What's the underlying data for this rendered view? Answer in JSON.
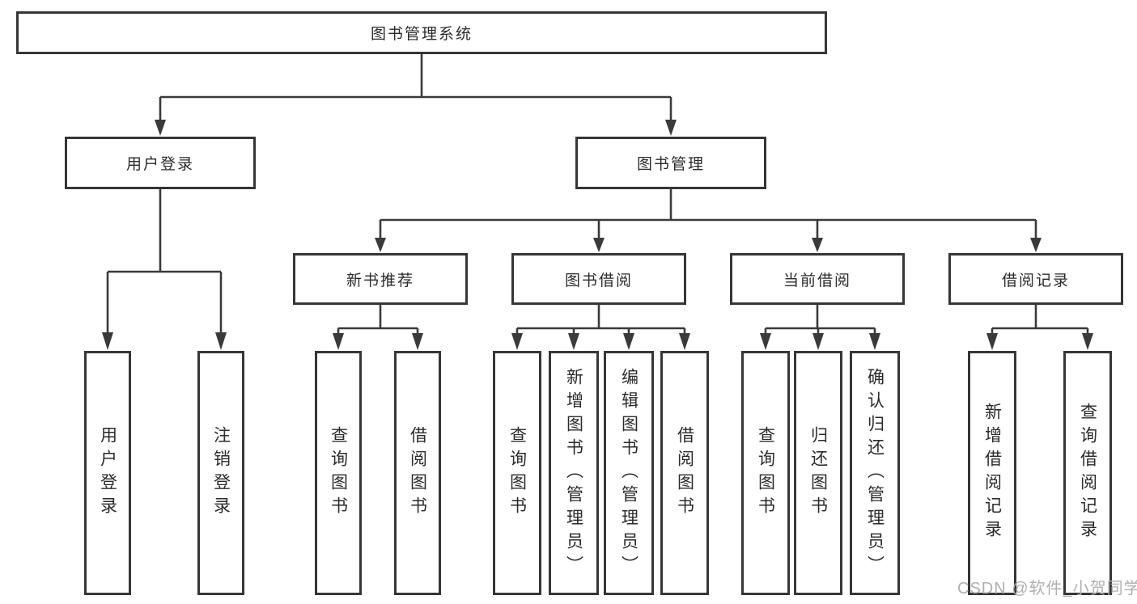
{
  "diagram": {
    "root": {
      "label": "图书管理系统"
    },
    "level2": [
      {
        "label": "用户登录",
        "children": [
          "用户登录",
          "注销登录"
        ]
      },
      {
        "label": "图书管理",
        "groups": [
          {
            "label": "新书推荐",
            "children": [
              "查询图书",
              "借阅图书"
            ]
          },
          {
            "label": "图书借阅",
            "children": [
              "查询图书",
              "新增图书（管理员）",
              "编辑图书（管理员）",
              "借阅图书"
            ]
          },
          {
            "label": "当前借阅",
            "children": [
              "查询图书",
              "归还图书",
              "确认归还（管理员）"
            ]
          },
          {
            "label": "借阅记录",
            "children": [
              "新增借阅记录",
              "查询借阅记录"
            ]
          }
        ]
      }
    ],
    "watermark": "CSDN @软件_小贺同学"
  },
  "colors": {
    "background": "#ffffff",
    "line": "#3a3a3a",
    "border": "#363636",
    "text": "#2b2b2b",
    "watermark": "#b0b0b0"
  }
}
